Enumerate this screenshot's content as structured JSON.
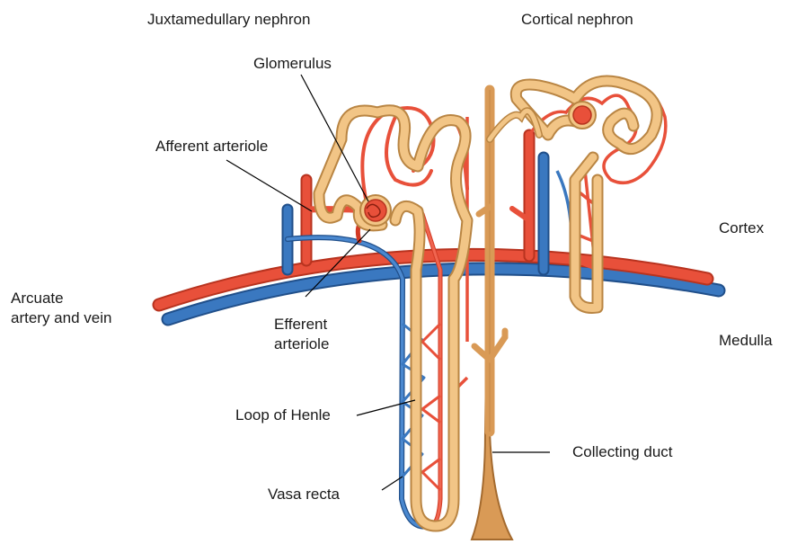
{
  "headings": {
    "juxtamedullary": "Juxtamedullary nephron",
    "cortical": "Cortical nephron"
  },
  "labels": {
    "glomerulus": "Glomerulus",
    "afferent_arteriole": "Afferent arteriole",
    "arcuate_line1": "Arcuate",
    "arcuate_line2": "artery and vein",
    "efferent_line1": "Efferent",
    "efferent_line2": "arteriole",
    "loop_of_henle": "Loop of Henle",
    "vasa_recta": "Vasa recta",
    "collecting_duct": "Collecting duct",
    "cortex": "Cortex",
    "medulla": "Medulla"
  },
  "colors": {
    "artery": "#e8503a",
    "artery_dark": "#b8331f",
    "vein": "#3a78c0",
    "vein_dark": "#204f8a",
    "tubule": "#f2c586",
    "tubule_dark": "#b98543",
    "duct": "#d99a56",
    "leader": "#000000"
  }
}
